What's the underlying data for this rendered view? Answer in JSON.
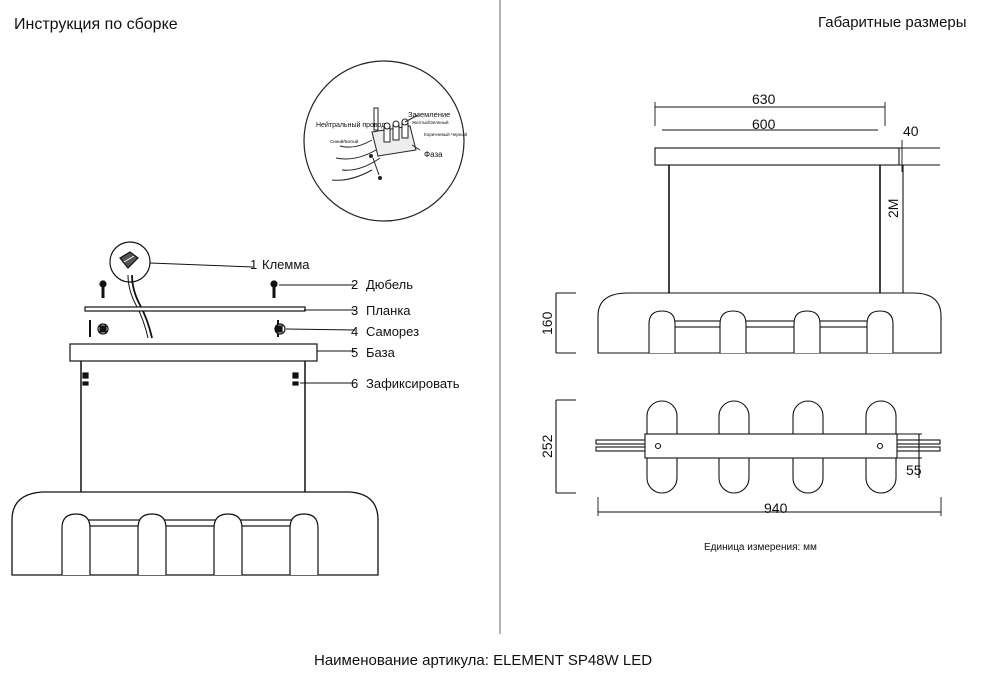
{
  "left_title": "Инструкция по сборке",
  "right_title": "Габаритные размеры",
  "footer": "Наименование артикула: ELEMENT SP48W LED",
  "wiring_inset": {
    "neutral_label": "Нейтральный провод",
    "neutral_sub": "Синий/Белый",
    "ground_label": "Заземление",
    "ground_sub": "Желтый/Зеленый",
    "phase_label": "Фаза",
    "phase_sub": "Коричневый Черный"
  },
  "parts": [
    {
      "num": "1",
      "label": "Клемма"
    },
    {
      "num": "2",
      "label": "Дюбель"
    },
    {
      "num": "3",
      "label": "Планка"
    },
    {
      "num": "4",
      "label": "Саморез"
    },
    {
      "num": "5",
      "label": "База"
    },
    {
      "num": "6",
      "label": "Зафиксировать"
    }
  ],
  "dimensions": {
    "width_outer": "630",
    "width_inner": "600",
    "base_height": "40",
    "cable": "2M",
    "shade_height": "160",
    "depth": "252",
    "bar_width": "55",
    "length": "940"
  },
  "units_note": "Единица измерения: мм"
}
